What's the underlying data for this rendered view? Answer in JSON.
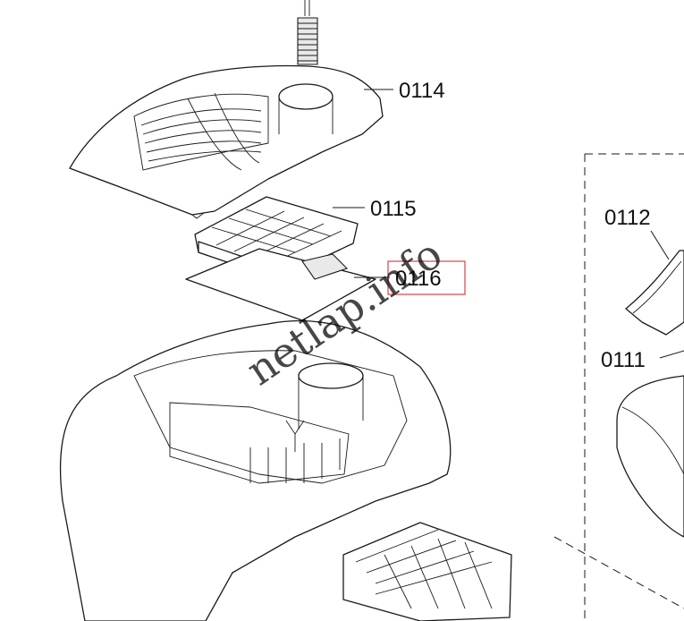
{
  "callouts": {
    "p0114": "0114",
    "p0115": "0115",
    "p0116": "0116",
    "p0112": "0112",
    "p0111": "0111"
  },
  "watermark": "netlap.info",
  "highlight_color": "#d9534f"
}
